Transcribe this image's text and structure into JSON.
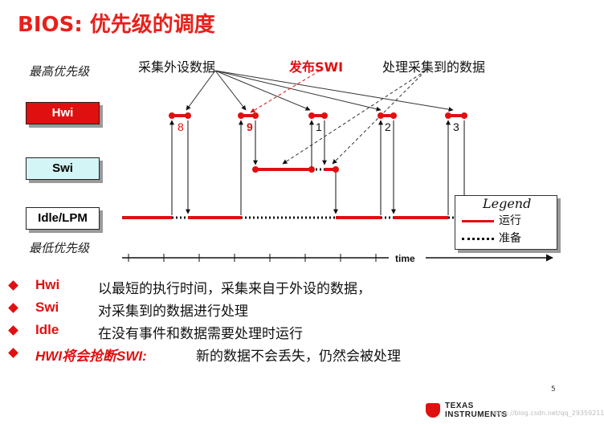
{
  "title": "BIOS: 优先级的调度",
  "priority": {
    "high": "最高优先级",
    "low": "最低优先级"
  },
  "levels": {
    "hwi": "Hwi",
    "swi": "Swi",
    "idle": "Idle/LPM"
  },
  "labels": {
    "collect": "采集外设数据",
    "post_swi": "发布SWI",
    "process": "处理采集到的数据"
  },
  "events": [
    "8",
    "9",
    "1",
    "2",
    "3"
  ],
  "axis_label": "time",
  "legend": {
    "title": "Legend",
    "running": "运行",
    "ready": "准备"
  },
  "bullets": [
    {
      "term": "Hwi",
      "desc": "以最短的执行时间，采集来自于外设的数据，"
    },
    {
      "term": "Swi",
      "desc": "对采集到的数据进行处理"
    },
    {
      "term": "Idle",
      "desc": "在没有事件和数据需要处理时运行"
    },
    {
      "term": "HWI将会抢断SWI:",
      "desc": "新的数据不会丢失，仍然会被处理"
    }
  ],
  "page_number": "5",
  "logo": {
    "line1": "TEXAS",
    "line2": "INSTRUMENTS"
  },
  "watermark": "https://blog.csdn.net/qq_29359211",
  "colors": {
    "accent": "#e01010",
    "swi_box": "#d4f5f5"
  }
}
